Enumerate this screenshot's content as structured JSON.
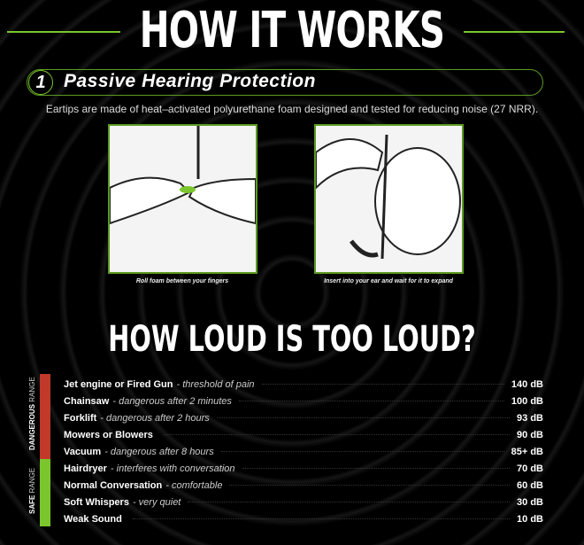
{
  "header": {
    "title": "HOW IT WORKS"
  },
  "section": {
    "number": "1",
    "title": "Passive Hearing Protection",
    "description": "Eartips are made of heat–activated polyurethane foam designed and tested for reducing noise (27 NRR)."
  },
  "steps": [
    {
      "caption": "Roll foam between your fingers"
    },
    {
      "caption": "Insert into your ear and wait for it to expand"
    }
  ],
  "loudness": {
    "title": "HOW LOUD IS TOO LOUD?",
    "dangerous_label": {
      "bold": "DANGEROUS",
      "rest": "RANGE"
    },
    "safe_label": {
      "bold": "SAFE",
      "rest": "RANGE"
    },
    "colors": {
      "dangerous": "#c0392b",
      "safe": "#7bc62d"
    },
    "rows": [
      {
        "name": "Jet engine or Fired Gun",
        "note": "- threshold of pain",
        "db": "140 dB"
      },
      {
        "name": "Chainsaw",
        "note": "- dangerous after 2 minutes",
        "db": "100 dB"
      },
      {
        "name": "Forklift",
        "note": "- dangerous after 2 hours",
        "db": "93 dB"
      },
      {
        "name": "Mowers or Blowers",
        "note": "",
        "db": "90 dB"
      },
      {
        "name": "Vacuum",
        "note": "- dangerous after 8 hours",
        "db": "85+ dB"
      },
      {
        "name": "Hairdryer",
        "note": "- interferes with conversation",
        "db": "70 dB"
      },
      {
        "name": "Normal Conversation",
        "note": "- comfortable",
        "db": "60 dB"
      },
      {
        "name": "Soft Whispers",
        "note": "- very quiet",
        "db": "30 dB"
      },
      {
        "name": "Weak Sound",
        "note": "",
        "db": "10 dB"
      }
    ]
  }
}
